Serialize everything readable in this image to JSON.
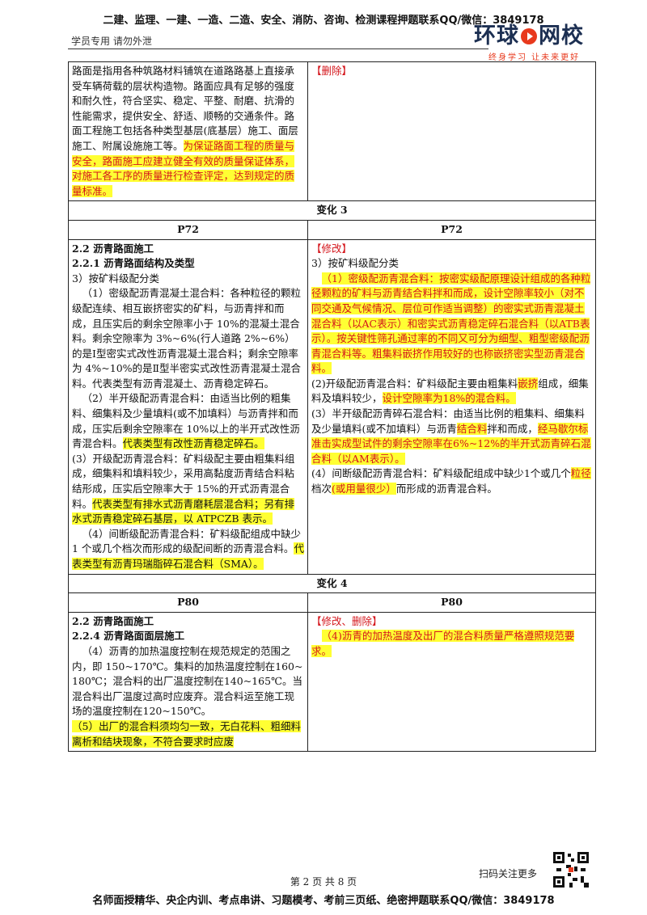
{
  "header": {
    "banner": "二建、监理、一建、一造、二造、安全、消防、咨询、检测课程押题联系QQ/微信：3849178",
    "student_note": "学员专用 请勿外泄",
    "logo_main_a": "环球",
    "logo_main_b": "网校",
    "logo_sub": "终身学习 让未来更好"
  },
  "section1": {
    "left_text": "路面是指用各种筑路材料铺筑在道路路基上直接承受车辆荷载的层状构造物。路面应具有足够的强度和耐久性，符合坚实、稳定、平整、耐磨、抗滑的性能需求，提供安全、舒适、顺畅的交通条件。路面工程施工包括各种类型基层(底基层）施工、面层施工、附属设施施工等。",
    "left_highlight": "为保证路面工程的质量与安全，路面施工应建立健全有效的质量保证体系，对施工各工序的质量进行检查评定，达到规定的质量标准。",
    "right_tag": "【删除】"
  },
  "change3": {
    "title": "变化 3",
    "left_page": "P72",
    "right_page": "P72",
    "left": {
      "h1": "2.2 沥青路面施工",
      "h2": "2.2.1 沥青路面结构及类型",
      "sub": "3）按矿料级配分类",
      "p1": "（1）密级配沥青混凝土混合料：各种粒径的颗粒级配连续、相互嵌挤密实的矿料，与沥青拌和而成，且压实后的剩余空隙率小于 10%的混凝土混合料。剩余空隙率为 3%~6%(行人道路 2%~6%）的是Ⅰ型密实式改性沥青混凝土混合料；剩余空隙率为 4%~10%的是Ⅱ型半密实式改性沥青混凝土混合料。代表类型有沥青混凝土、沥青稳定碎石。",
      "p2a": "（2）半开级配沥青混合料：由适当比例的粗集料、细集料及少量填料(或不加填料）与沥青拌和而成，压实后剩余空隙率在 10%以上的半开式改性沥青混合料。",
      "p2b": "代表类型有改性沥青稳定碎石。",
      "p3a": "(3）开级配沥青混合料：矿料级配主要由粗集料组成，细集料和填料较少，采用高黏度沥青结合料粘结形成，压实后空隙率大于 15%的开式沥青混合料。",
      "p3b": "代表类型有排水式沥青磨耗层混合料；另有排水式沥青稳定碎石基层，以 ATPCZB 表示。",
      "p4a": "（4）间断级配沥青混合料：矿料级配组成中缺少 1 个或几个档次而形成的级配间断的沥青混合料。",
      "p4b": "代表类型有沥青玛瑞脂碎石混合料（SMA）。"
    },
    "right": {
      "tag": "【修改】",
      "sub": "3）按矿料级配分类",
      "p1": "（1）密级配沥青混合料：按密实级配原理设计组成的各种粒径颗粒的矿料与沥青结合料拌和而成，设计空隙率较小（对不同交通及气候情况、层位可作适当调整）的密实式沥青混凝土混合料（以AC表示）和密实式沥青稳定碎石混合料（以ATB表示）。按关键性筛孔通过率的不同又可分为细型、粗型密级配沥青混合料等。粗集料嵌挤作用较好的也称嵌挤密实型沥青混合料。",
      "p2a": "(2)开级配沥青混合料：矿料级配主要由粗集料",
      "p2b": "嵌挤",
      "p2c": "组成，细集料及填料较少，",
      "p2d": "设计空隙率为18%的混合料。",
      "p3a": "(3）半开级配沥青碎石混合料：由适当比例的粗集料、细集料及少量填料(或不加填料）与沥青",
      "p3b": "结合料",
      "p3c": "拌和而成，",
      "p3d": "经马歇尔标准击实成型试件的剩余空隙率在6%~12%的半开式沥青碎石混合料（以AM表示）。",
      "p4a": "(4）间断级配沥青混合料：矿料级配组成中缺少1个或几个",
      "p4b": "粒径",
      "p4c": "档次",
      "p4d": "(或用量很少）",
      "p4e": "而形成的沥青混合料。"
    }
  },
  "change4": {
    "title": "变化 4",
    "left_page": "P80",
    "right_page": "P80",
    "left": {
      "h1": "2.2 沥青路面施工",
      "h2": "2.2.4 沥青路面面层施工",
      "p4": "（4）沥青的加热温度控制在规范规定的范围之内，即 150~170℃。集料的加热温度控制在160~180℃；混合料的出厂温度控制在140~165℃。当混合料出厂温度过高时应废弃。混合料运至施工现场的温度控制在120~150℃。",
      "p5": "（5）出厂的混合料须均匀一致，无白花料、粗细料离析和结块现象，不符合要求时应废"
    },
    "right": {
      "tag": "【修改、删除】",
      "p4": "（4)沥青的加热温度及出厂的混合料质量严格遵照规范要求。"
    }
  },
  "footer": {
    "scan": "扫码关注更多",
    "page": "第 2 页 共 8 页",
    "banner": "名师面授精华、央企内训、考点串讲、习题模考、考前三页纸、绝密押题联系QQ/微信：3849178"
  },
  "icons": {
    "qr": "qr-code-icon",
    "logo_play": "play-icon"
  },
  "colors": {
    "highlight": "#ffff33",
    "red_text": "#d4151b",
    "logo_blue": "#1c2f52",
    "logo_red": "#e8391d"
  }
}
